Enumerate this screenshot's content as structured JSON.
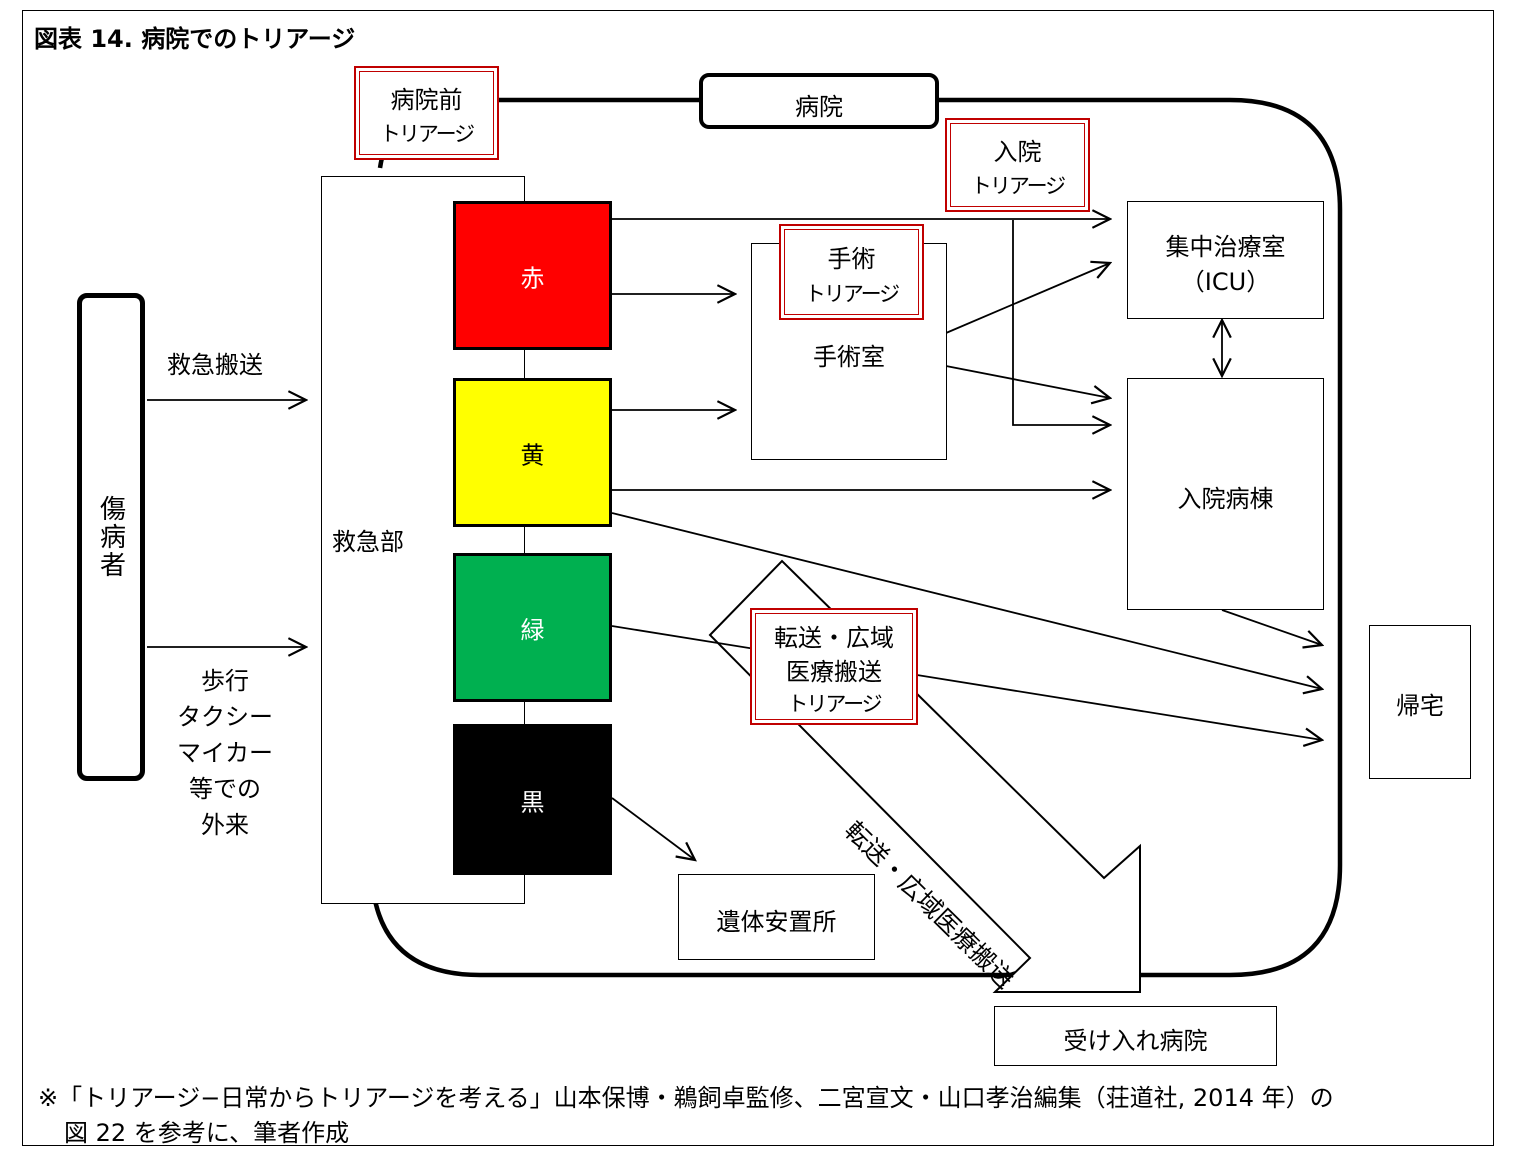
{
  "title": "図表 14.  病院でのトリアージ",
  "hospital": "病院",
  "patient": "傷病者",
  "route_ambulance": "救急搬送",
  "route_walkin": [
    "歩行",
    "タクシー",
    "マイカー",
    "等での",
    "外来"
  ],
  "er": "救急部",
  "triage_levels": [
    {
      "label": "赤",
      "color": "#ff0000",
      "text_color": "#ffffff"
    },
    {
      "label": "黄",
      "color": "#ffff00",
      "text_color": "#000000"
    },
    {
      "label": "緑",
      "color": "#00b050",
      "text_color": "#ffffff"
    },
    {
      "label": "黒",
      "color": "#000000",
      "text_color": "#ffffff"
    }
  ],
  "triage_boxes": {
    "prehospital": {
      "line1": "病院前",
      "line2": "トリアージ"
    },
    "admission": {
      "line1": "入院",
      "line2": "トリアージ"
    },
    "surgery": {
      "line1": "手術",
      "line2": "トリアージ"
    },
    "transfer": {
      "line1": "転送・広域",
      "line2": "医療搬送",
      "line3": "トリアージ"
    }
  },
  "operating_room": "手術室",
  "icu": {
    "line1": "集中治療室",
    "line2": "（ICU）"
  },
  "ward": "入院病棟",
  "home": "帰宅",
  "morgue": "遺体安置所",
  "receiving_hospital": "受け入れ病院",
  "transfer_arrow_label": "転送・広域医療搬送",
  "note": {
    "line1": "※「トリアージ−日常からトリアージを考える」山本保博・鵜飼卓監修、二宮宣文・山口孝治編集（荘道社, 2014 年）の",
    "line2": "図 22 を参考に、筆者作成"
  }
}
